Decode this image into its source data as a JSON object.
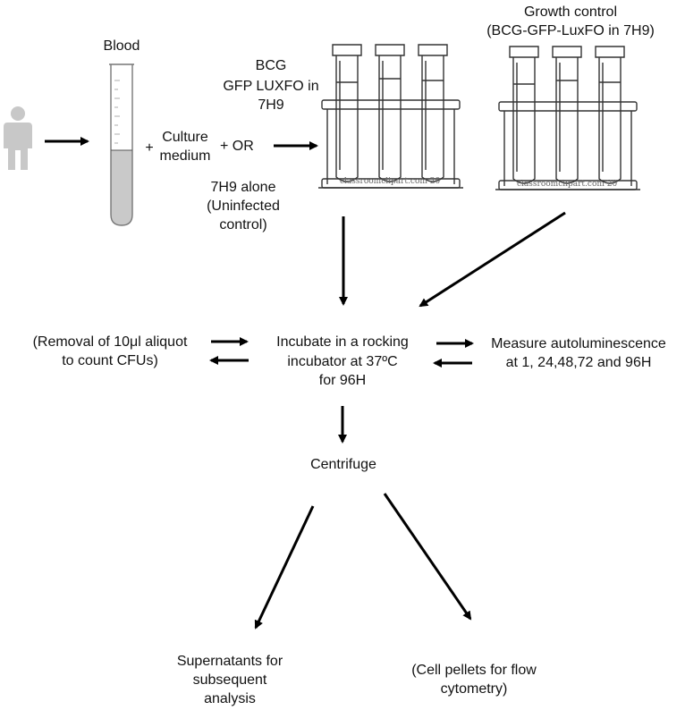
{
  "labels": {
    "blood": "Blood",
    "bcg_line1": "BCG",
    "bcg_line2": "GFP LUXFO in",
    "bcg_line3": "7H9",
    "plus1": "+",
    "culture_line1": "Culture",
    "culture_line2": "medium",
    "plus_or": "+ OR",
    "h9_line1": "7H9 alone",
    "h9_line2": "(Uninfected",
    "h9_line3": "control)",
    "growth_line1": "Growth control",
    "growth_line2": "(BCG-GFP-LuxFO in 7H9)",
    "removal_line1": "(Removal of 10μl aliquot",
    "removal_line2": "to count CFUs)",
    "incubate_line1": "Incubate in a rocking",
    "incubate_line2": "incubator at 37ºC",
    "incubate_line3": "for 96H",
    "measure_line1": "Measure autoluminescence",
    "measure_line2": "at 1, 24,48,72 and 96H",
    "centrifuge": "Centrifuge",
    "super_line1": "Supernatants for",
    "super_line2": "subsequent",
    "super_line3": "analysis",
    "cell_line1": "(Cell pellets for flow",
    "cell_line2": "cytometry)",
    "watermark1": "classroomclipart.com 20",
    "watermark2": "classroomclipart.com 20"
  },
  "icons": [
    "person-icon",
    "blood-tube-icon",
    "test-tube-rack-icon"
  ],
  "colors": {
    "person": "#c8c8c8",
    "arrow": "#000000",
    "blood_fill": "#c9c9c9"
  }
}
